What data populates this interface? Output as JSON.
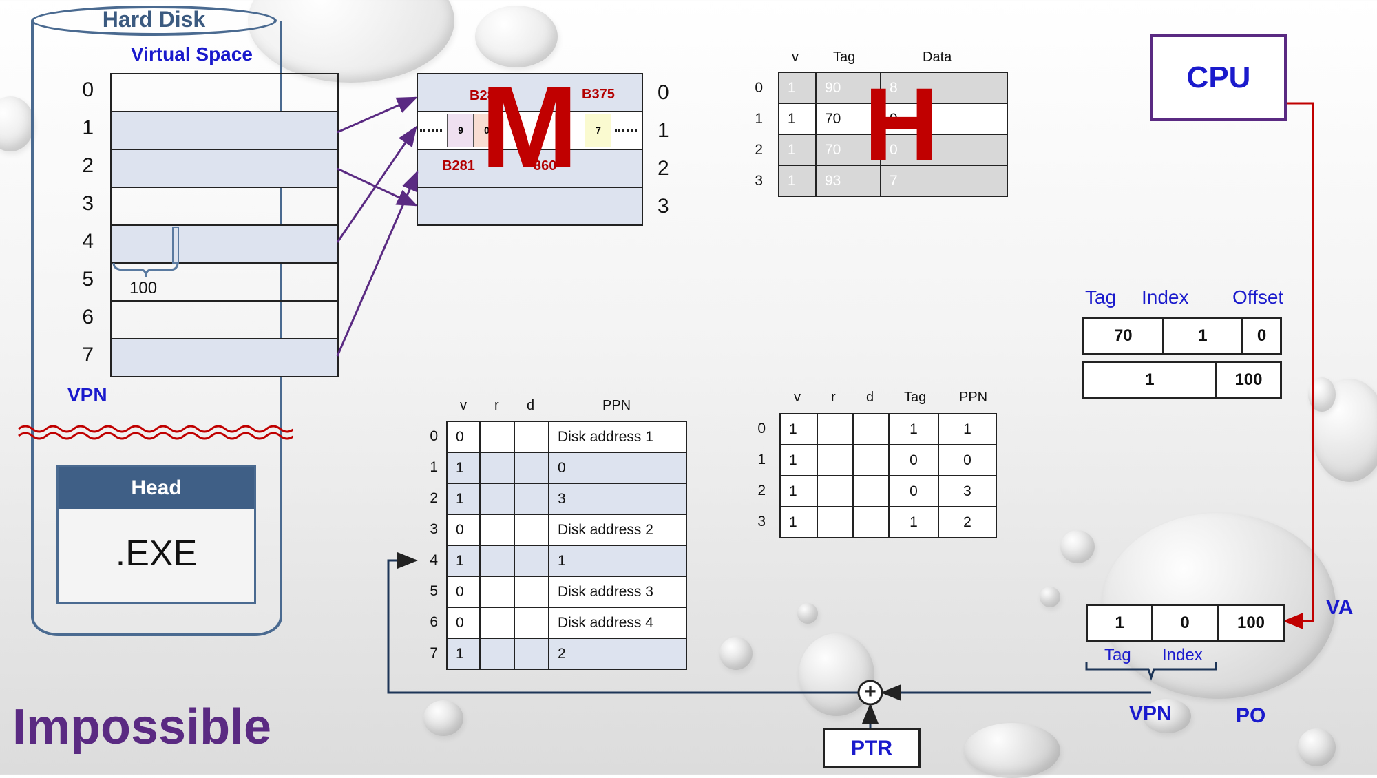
{
  "disk": {
    "title": "Hard Disk",
    "virtual_space_label": "Virtual Space",
    "rows": [
      "0",
      "1",
      "2",
      "3",
      "4",
      "5",
      "6",
      "7"
    ],
    "vpn_label": "VPN",
    "bracket_value": "100",
    "head_label": "Head",
    "exe_label": ".EXE"
  },
  "impossible": "Impossible",
  "memory": {
    "big_letter": "M",
    "rows": [
      "0",
      "1",
      "2",
      "3"
    ],
    "labels": {
      "b28": "B28",
      "b375": "B375",
      "b281": "B281",
      "b360": "360"
    },
    "mini_cells": [
      "9",
      "0",
      "7"
    ]
  },
  "cache": {
    "big_letter": "H",
    "headers": [
      "v",
      "Tag",
      "Data"
    ],
    "rows": [
      {
        "idx": "0",
        "v": "1",
        "tag": "90",
        "data": "8"
      },
      {
        "idx": "1",
        "v": "1",
        "tag": "70",
        "data": "9"
      },
      {
        "idx": "2",
        "v": "1",
        "tag": "70",
        "data": "0"
      },
      {
        "idx": "3",
        "v": "1",
        "tag": "93",
        "data": "7"
      }
    ]
  },
  "page_table": {
    "headers": [
      "v",
      "r",
      "d",
      "PPN"
    ],
    "rows": [
      {
        "idx": "0",
        "v": "0",
        "ppn": "Disk address 1"
      },
      {
        "idx": "1",
        "v": "1",
        "ppn": "0"
      },
      {
        "idx": "2",
        "v": "1",
        "ppn": "3"
      },
      {
        "idx": "3",
        "v": "0",
        "ppn": "Disk address 2"
      },
      {
        "idx": "4",
        "v": "1",
        "ppn": "1"
      },
      {
        "idx": "5",
        "v": "0",
        "ppn": "Disk address 3"
      },
      {
        "idx": "6",
        "v": "0",
        "ppn": "Disk address 4"
      },
      {
        "idx": "7",
        "v": "1",
        "ppn": "2"
      }
    ]
  },
  "tlb": {
    "headers": [
      "v",
      "r",
      "d",
      "Tag",
      "PPN"
    ],
    "rows": [
      {
        "idx": "0",
        "v": "1",
        "tag": "1",
        "ppn": "1"
      },
      {
        "idx": "1",
        "v": "1",
        "tag": "0",
        "ppn": "0"
      },
      {
        "idx": "2",
        "v": "1",
        "tag": "0",
        "ppn": "3"
      },
      {
        "idx": "3",
        "v": "1",
        "tag": "1",
        "ppn": "2"
      }
    ]
  },
  "cpu_label": "CPU",
  "pa": {
    "labels": [
      "Tag",
      "Index",
      "Offset"
    ],
    "row1": [
      "70",
      "1",
      "0"
    ],
    "row2": [
      "1",
      "100"
    ]
  },
  "va": {
    "label": "VA",
    "values": [
      "1",
      "0",
      "100"
    ],
    "tag_label": "Tag",
    "index_label": "Index",
    "vpn_label": "VPN",
    "po_label": "PO"
  },
  "ptr_label": "PTR",
  "adder_symbol": "+",
  "colors": {
    "disk_blue": "#4a6a90",
    "label_blue": "#1a1acc",
    "red": "#c00000",
    "purple": "#5a2a82",
    "row_shade": "#dde3ef"
  }
}
